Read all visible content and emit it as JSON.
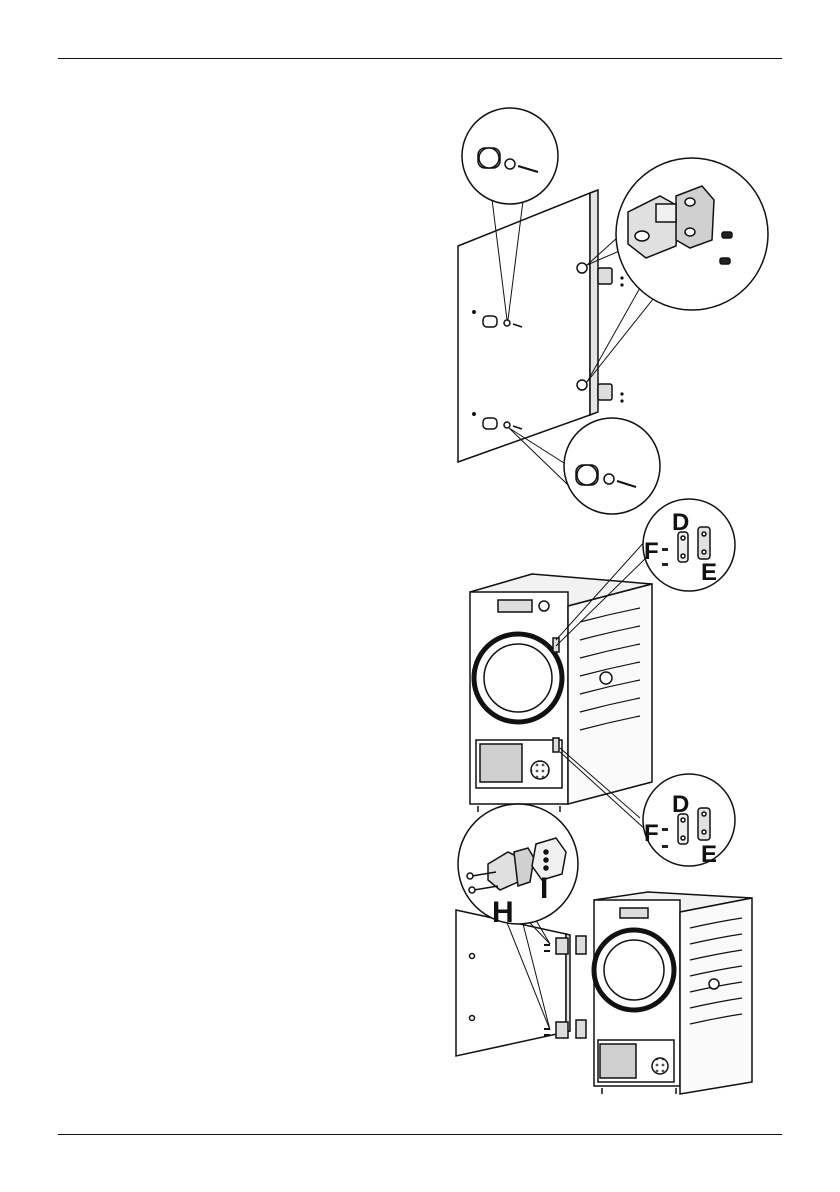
{
  "labels": {
    "D": "D",
    "E": "E",
    "F": "F",
    "H": "H",
    "I": "I"
  },
  "colors": {
    "line": "#111111",
    "panel_fill": "#ffffff",
    "door_ring": "#1a1a1a",
    "shade": "#cfcfcf"
  },
  "icons": [
    "hinge-icon",
    "screw-icon",
    "dowel-icon",
    "magnet-plate-icon",
    "dryer-icon",
    "door-panel-icon"
  ]
}
